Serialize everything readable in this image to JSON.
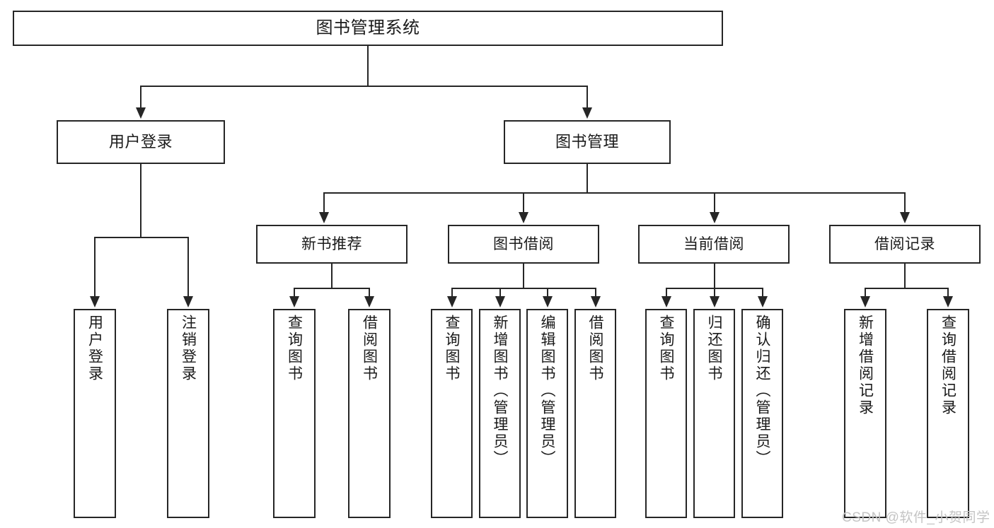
{
  "diagram": {
    "title": "图书管理系统",
    "type": "tree-hierarchy-chart",
    "root": {
      "label": "图书管理系统"
    },
    "level2": [
      {
        "label": "用户登录"
      },
      {
        "label": "图书管理"
      }
    ],
    "level3": [
      {
        "label": "新书推荐"
      },
      {
        "label": "图书借阅"
      },
      {
        "label": "当前借阅"
      },
      {
        "label": "借阅记录"
      }
    ],
    "leaves": {
      "user_login": [
        {
          "label": "用户登录"
        },
        {
          "label": "注销登录"
        }
      ],
      "new_book_recommend": [
        {
          "label": "查询图书"
        },
        {
          "label": "借阅图书"
        }
      ],
      "book_borrow": [
        {
          "label": "查询图书"
        },
        {
          "label": "新增图书（管理员）"
        },
        {
          "label": "编辑图书（管理员）"
        },
        {
          "label": "借阅图书"
        }
      ],
      "current_borrow": [
        {
          "label": "查询图书"
        },
        {
          "label": "归还图书"
        },
        {
          "label": "确认归还（管理员）"
        }
      ],
      "borrow_record": [
        {
          "label": "新增借阅记录"
        },
        {
          "label": "查询借阅记录"
        }
      ]
    }
  },
  "watermark": {
    "text": "CSDN @软件_小贺同学"
  },
  "colors": {
    "stroke": "#262626",
    "background": "#ffffff",
    "text": "#1a1a1a",
    "watermark": "#c4c4c4"
  }
}
